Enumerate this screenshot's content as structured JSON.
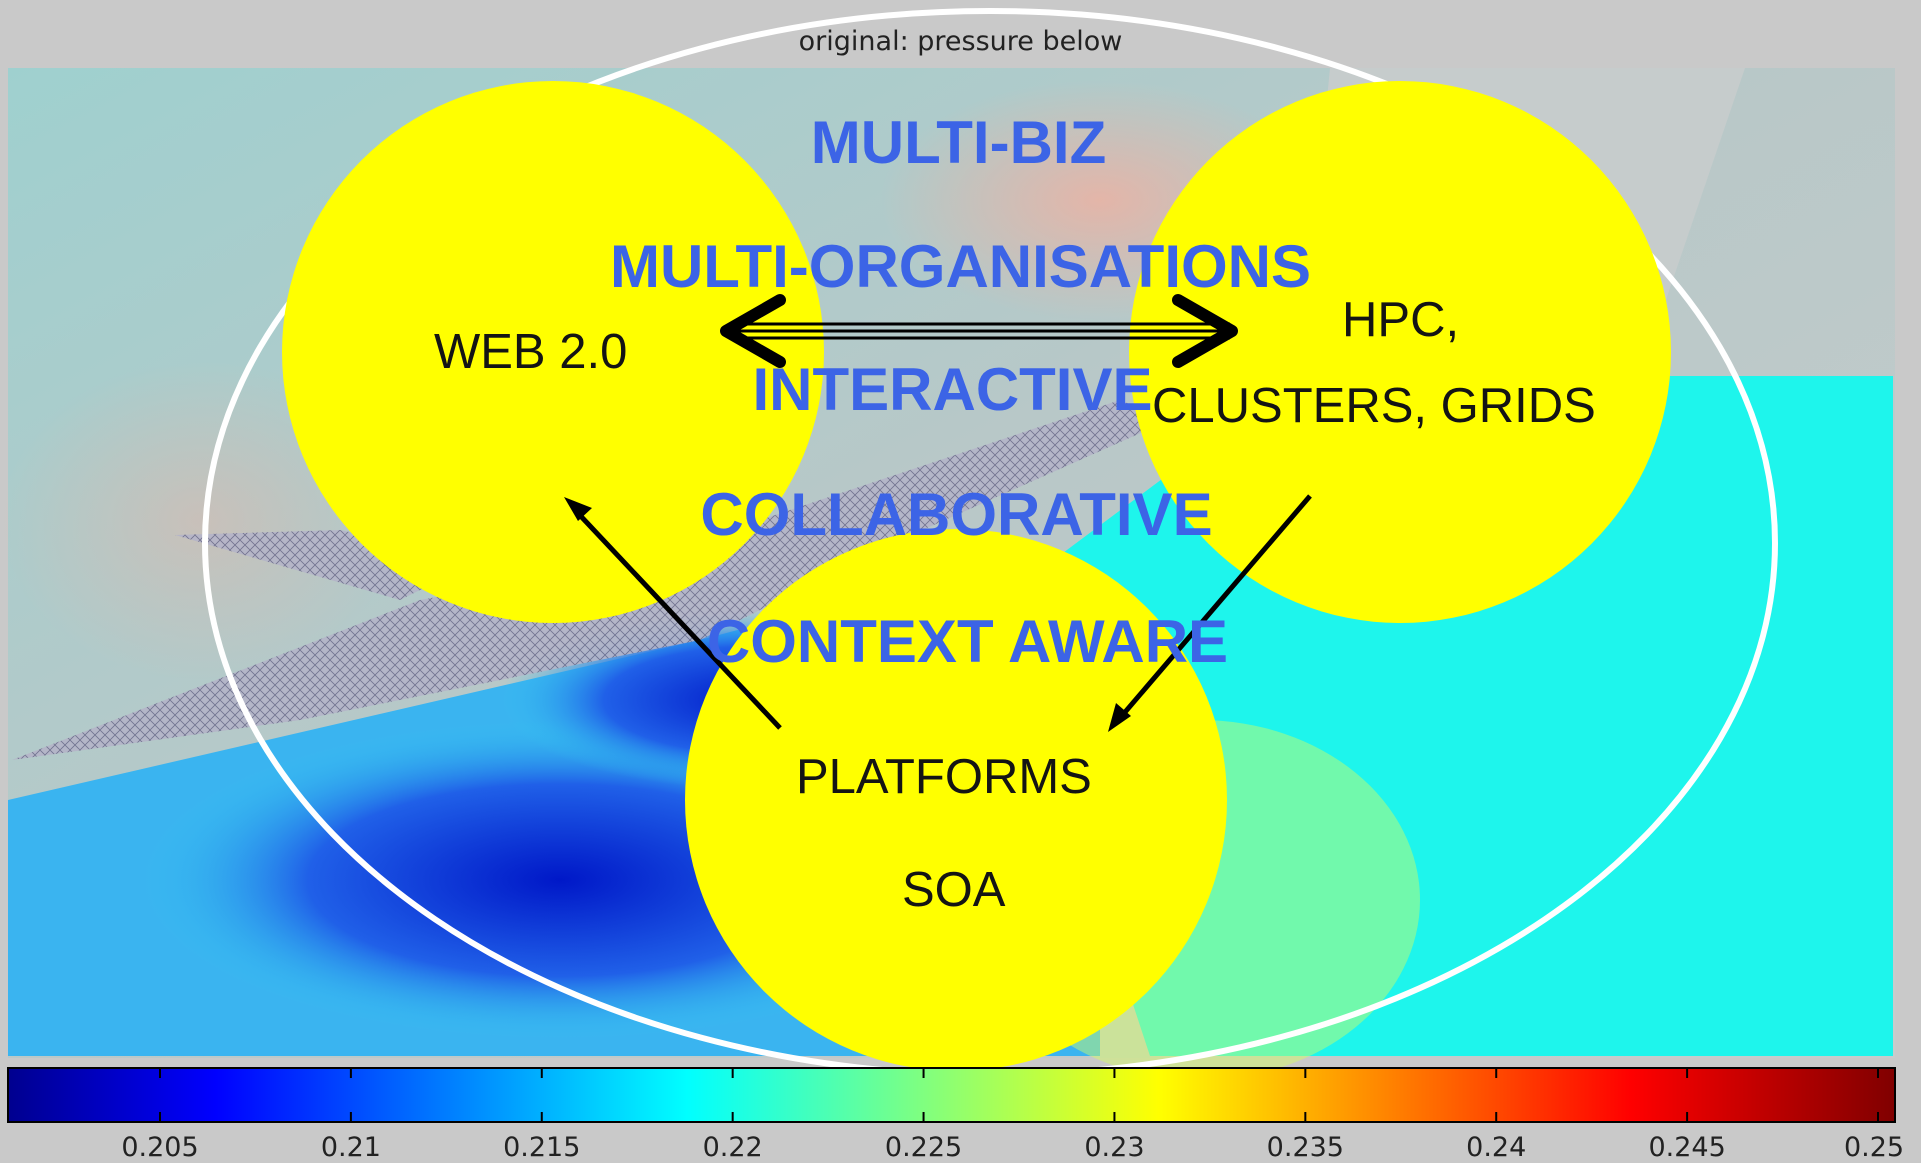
{
  "plot": {
    "title": "original: pressure below"
  },
  "overlay": {
    "concepts": [
      "MULTI-BIZ",
      "MULTI-ORGANISATIONS",
      "INTERACTIVE",
      "COLLABORATIVE",
      "CONTEXT AWARE"
    ],
    "nodes": {
      "web": "WEB 2.0",
      "hpc_line1": "HPC,",
      "hpc_line2": "CLUSTERS, GRIDS",
      "platforms": "PLATFORMS",
      "soa": "SOA"
    },
    "colors": {
      "circle_fill": "#ffff00",
      "concept_text": "#3c64e6",
      "outer_ellipse": "#ffffff",
      "arrows": "#000000"
    }
  },
  "colorbar": {
    "ticks": [
      "0.205",
      "0.21",
      "0.215",
      "0.22",
      "0.225",
      "0.23",
      "0.235",
      "0.24",
      "0.245",
      "0.25"
    ],
    "colormap": "jet"
  }
}
